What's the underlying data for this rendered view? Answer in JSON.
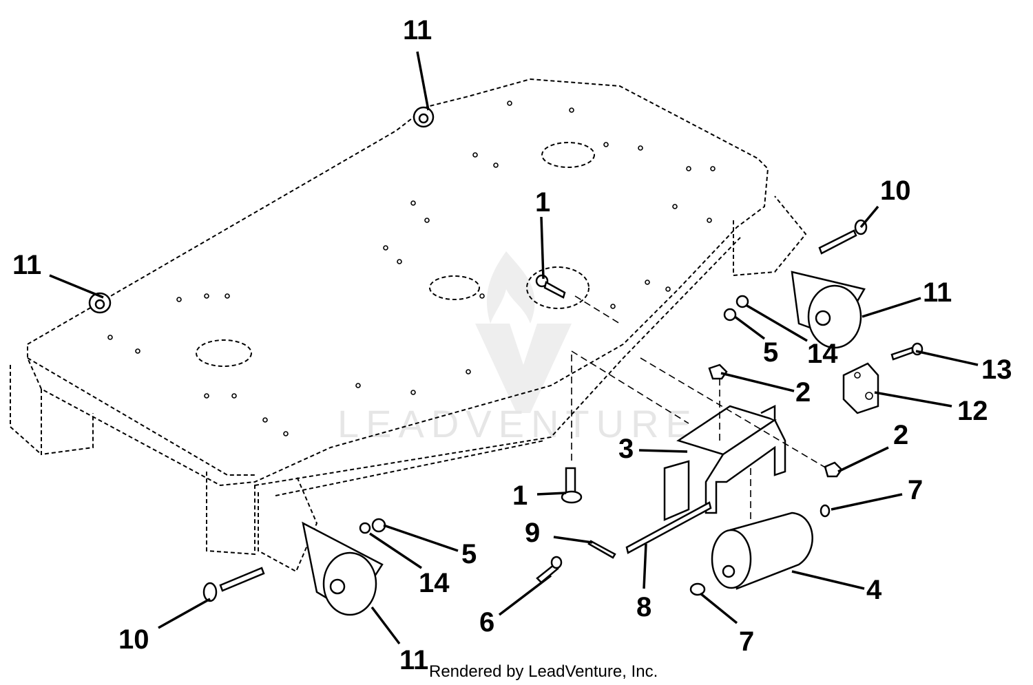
{
  "diagram": {
    "callouts": [
      "11",
      "11",
      "1",
      "10",
      "11",
      "5",
      "14",
      "13",
      "2",
      "12",
      "3",
      "2",
      "1",
      "7",
      "9",
      "5",
      "14",
      "8",
      "4",
      "6",
      "10",
      "7",
      "11"
    ],
    "watermark": "LEADVENTURE",
    "footer": "Rendered by LeadVenture, Inc."
  },
  "colors": {
    "line": "#000000",
    "background": "#ffffff",
    "watermark": "#e6e6e6"
  }
}
